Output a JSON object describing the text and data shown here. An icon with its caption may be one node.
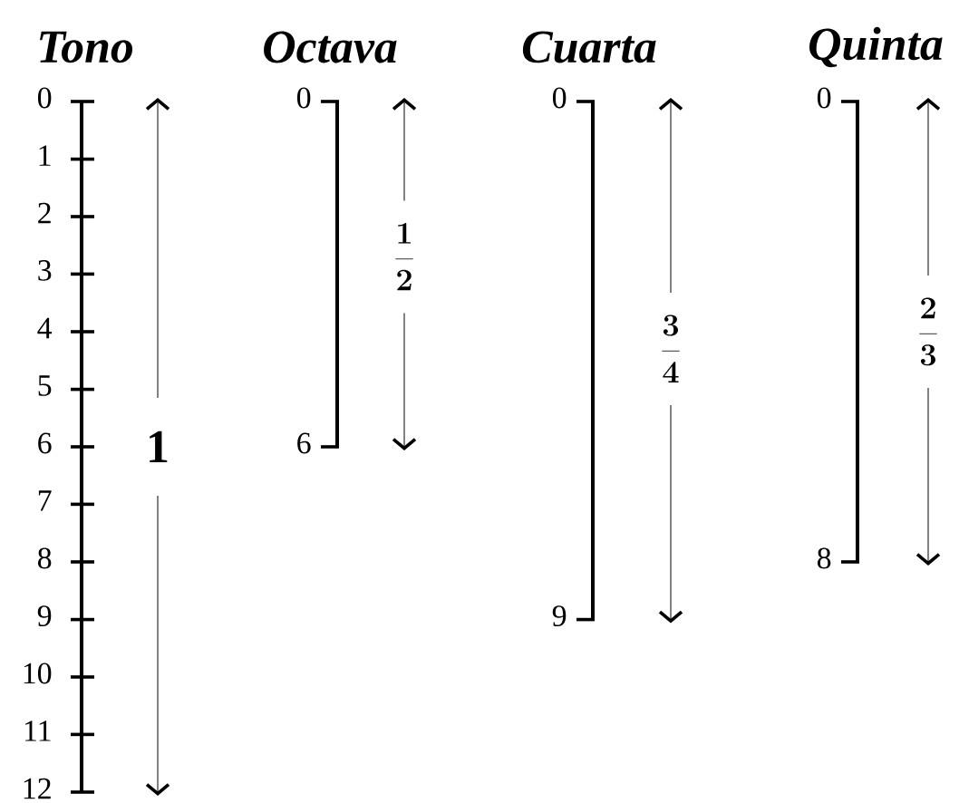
{
  "diagram": {
    "labels": [
      "Tono",
      "Octava",
      "Cuarta",
      "Quinta",
      "0",
      "1",
      "2",
      "3",
      "4",
      "5",
      "6",
      "7",
      "8",
      "9",
      "10",
      "11",
      "12",
      "0",
      "6",
      "0",
      "9",
      "0",
      "8",
      "1",
      "\\frac{1}{2}",
      "\\frac{3}{4}",
      "\\frac{2}{3}"
    ]
  }
}
